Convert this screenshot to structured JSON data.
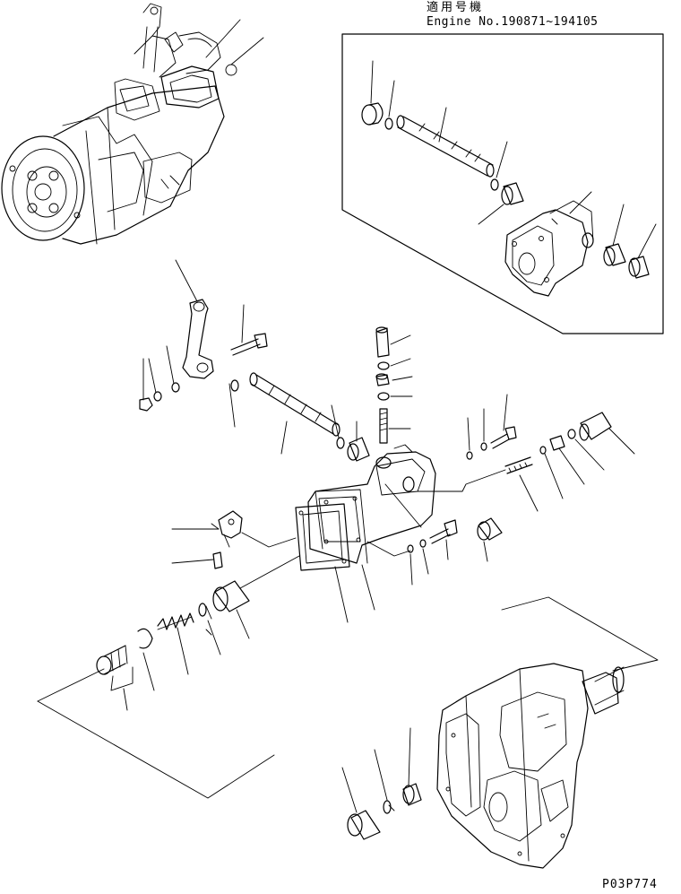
{
  "header": {
    "applicability_kanji": "適用号機",
    "engine_range": "Engine No.190871~194105"
  },
  "footer": {
    "drawing_code": "P03P774"
  },
  "colors": {
    "ink": "#000000",
    "paper": "#ffffff"
  },
  "icons": [
    "pump-assembly-icon",
    "transmission-case-icon",
    "lever-icon",
    "shaft-icon",
    "housing-icon",
    "spring-icon",
    "bushing-icon",
    "nut-icon",
    "bolt-icon",
    "gasket-icon"
  ]
}
